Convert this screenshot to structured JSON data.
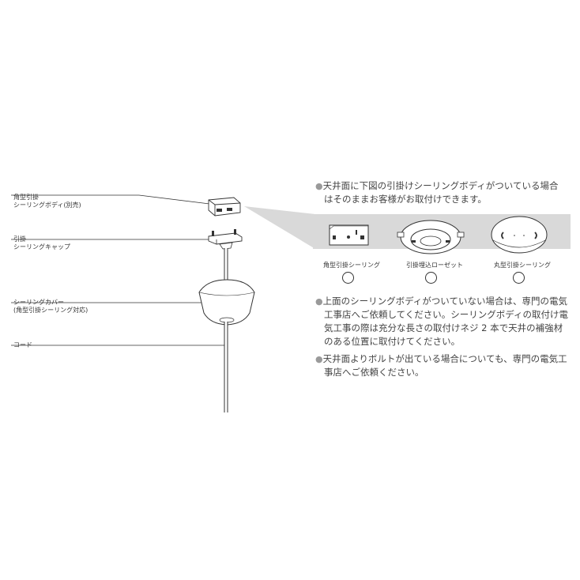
{
  "labels": {
    "kakugata_1": "角型引掛",
    "kakugata_2": "シーリングボディ(別売)",
    "hikkake_1": "引掛",
    "hikkake_2": "シーリングキャップ",
    "cover_1": "シーリングカバー",
    "cover_2": "(角型引掛シーリング対応)",
    "cord": "コード"
  },
  "notes": {
    "bullet": "●",
    "note1_line1": "天井面に下図の引掛けシーリングボディがついている場合",
    "note1_line2": "はそのままお客様がお取付けできます。",
    "note2_line1": "上面のシーリングボディがついていない場合は、専門の電気",
    "note2_line2": "工事店へご依頼してください。シーリングボディの取付け電",
    "note2_line3": "気工事の際は充分な長さの取付けネジ 2 本で天井の補強材",
    "note2_line4": "のある位置に取付けてください。",
    "note3_line1": "天井面よりボルトが出ている場合についても、専門の電気工",
    "note3_line2": "事店へご依頼ください。"
  },
  "types": [
    {
      "label": "角型引掛シーリング"
    },
    {
      "label": "引掛埋込ローゼット"
    },
    {
      "label": "丸型引掛シーリング"
    }
  ],
  "colors": {
    "panel": "#d9d9d9",
    "line": "#333333",
    "bullet": "#9a9a9a"
  }
}
